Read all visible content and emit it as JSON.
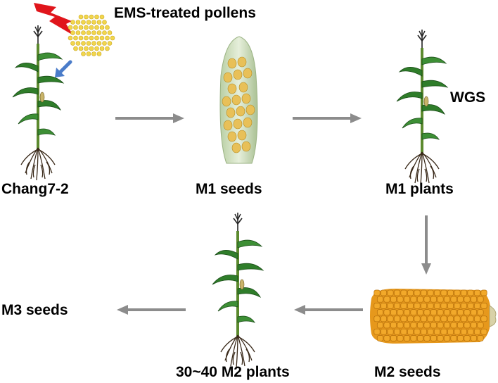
{
  "labels": {
    "ems_pollen": "EMS-treated pollens",
    "chang72": "Chang7-2",
    "m1_seeds": "M1 seeds",
    "m1_plants": "M1 plants",
    "wgs": "WGS",
    "m2_plants": "30~40 M2 plants",
    "m2_seeds": "M2 seeds",
    "m3_seeds": "M3 seeds"
  },
  "icons": {
    "lightning": "lightning-bolt-icon",
    "pollen": "pollen-grains-icon",
    "plant": "maize-plant-icon",
    "m1_ear": "m1-corn-ear-icon",
    "m2_ear": "m2-corn-ear-icon",
    "pointer": "blue-arrow-icon"
  },
  "colors": {
    "arrow": "#8c8c8c",
    "leaf": "#2f7d2a",
    "stem": "#5c8a2e",
    "root": "#3a2a1a",
    "pollen": "#f2d64b",
    "lightning": "#e0151b",
    "pointer": "#4a7cc9",
    "kernel": "#f0a020",
    "cob_pale": "#d9e6c8"
  }
}
